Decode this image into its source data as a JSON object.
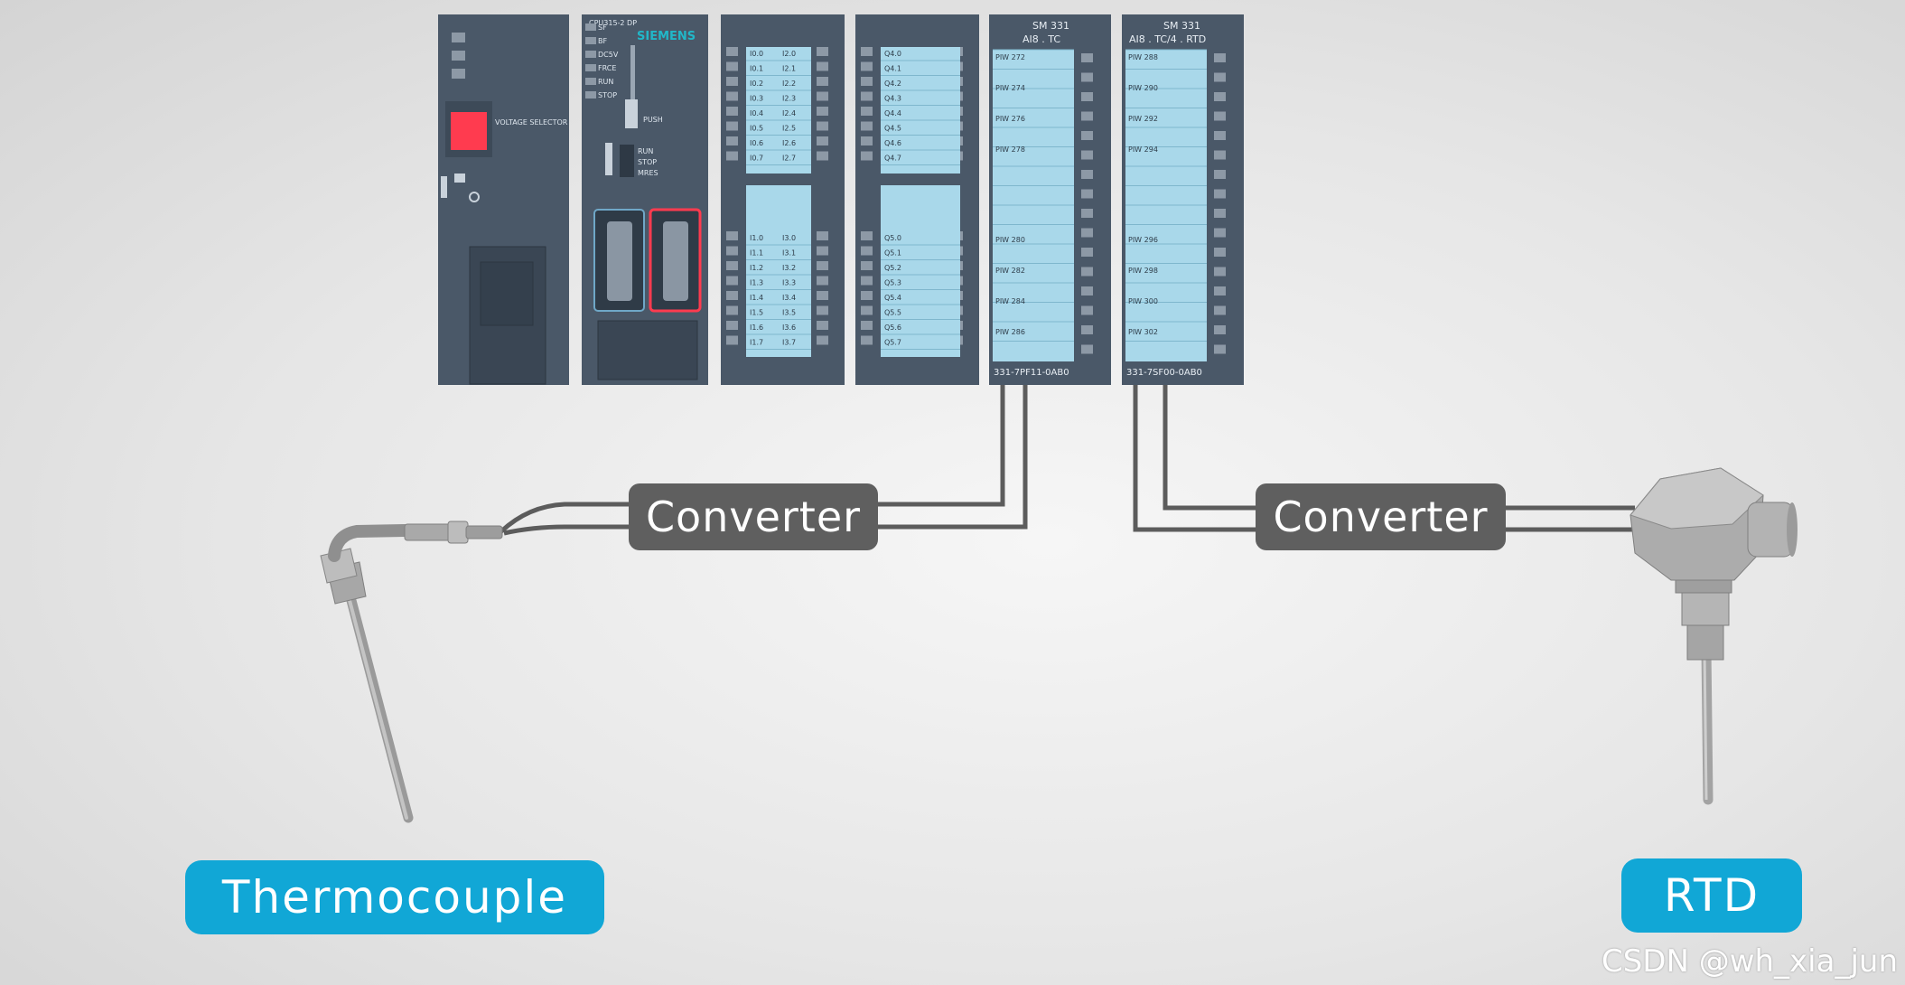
{
  "cpu": {
    "model": "CPU315-2 DP",
    "brand": "SIEMENS",
    "leds": [
      "SF",
      "BF",
      "DC5V",
      "FRCE",
      "RUN",
      "STOP"
    ],
    "push_label": "PUSH",
    "mode_labels": [
      "RUN",
      "STOP",
      "MRES"
    ]
  },
  "power_supply": {
    "voltage_selector": "VOLTAGE SELECTOR"
  },
  "di_module": {
    "labels_top": [
      "I0.0",
      "I0.1",
      "I0.2",
      "I0.3",
      "I0.4",
      "I0.5",
      "I0.6",
      "I0.7"
    ],
    "labels_top_b": [
      "I2.0",
      "I2.1",
      "I2.2",
      "I2.3",
      "I2.4",
      "I2.5",
      "I2.6",
      "I2.7"
    ],
    "labels_bottom": [
      "I1.0",
      "I1.1",
      "I1.2",
      "I1.3",
      "I1.4",
      "I1.5",
      "I1.6",
      "I1.7"
    ],
    "labels_bottom_b": [
      "I3.0",
      "I3.1",
      "I3.2",
      "I3.3",
      "I3.4",
      "I3.5",
      "I3.6",
      "I3.7"
    ]
  },
  "do_module": {
    "labels_top": [
      "Q4.0",
      "Q4.1",
      "Q4.2",
      "Q4.3",
      "Q4.4",
      "Q4.5",
      "Q4.6",
      "Q4.7"
    ],
    "labels_bottom": [
      "Q5.0",
      "Q5.1",
      "Q5.2",
      "Q5.3",
      "Q5.4",
      "Q5.5",
      "Q5.6",
      "Q5.7"
    ]
  },
  "tc_module": {
    "title": "SM 331",
    "subtitle": "AI8 . TC",
    "labels_top": [
      "PIW 272",
      "PIW 274",
      "PIW 276",
      "PIW 278"
    ],
    "labels_bottom": [
      "PIW 280",
      "PIW 282",
      "PIW 284",
      "PIW 286"
    ],
    "part_number": "331-7PF11-0AB0"
  },
  "rtd_module": {
    "title": "SM 331",
    "subtitle": "AI8 . TC/4 . RTD",
    "labels_top": [
      "PIW 288",
      "PIW 290",
      "PIW 292",
      "PIW 294"
    ],
    "labels_bottom": [
      "PIW 296",
      "PIW 298",
      "PIW 300",
      "PIW 302"
    ],
    "part_number": "331-7SF00-0AB0"
  },
  "converter_left": "Converter",
  "converter_right": "Converter",
  "thermocouple_label": "Thermocouple",
  "rtd_label": "RTD",
  "watermark": "CSDN @wh_xia_jun",
  "colors": {
    "module": "#4a5868",
    "slot": "#a9d8ea",
    "converter": "#5f5f5f",
    "label_blue": "#11a7d6",
    "wire": "#5c5c5c"
  }
}
